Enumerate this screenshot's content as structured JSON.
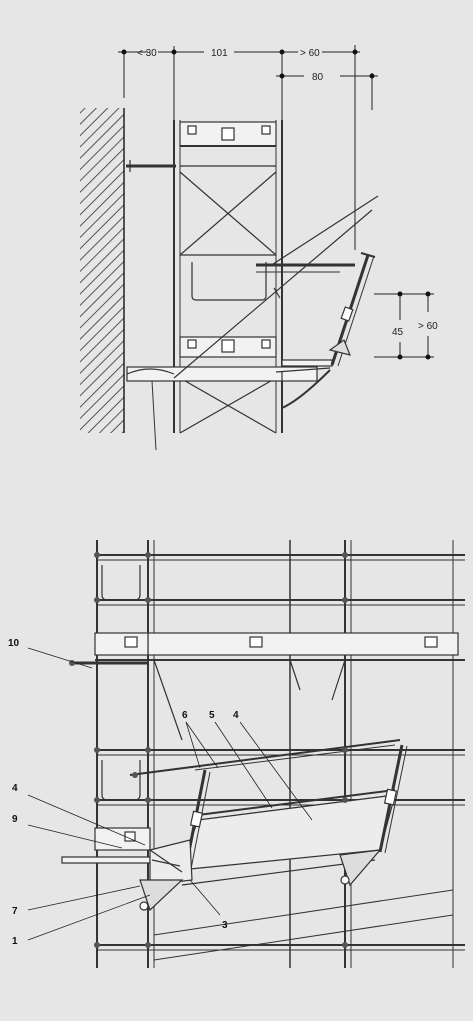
{
  "top_view": {
    "dimensions": {
      "wall_gap": "< 30",
      "frame_width": "101",
      "console_gap": "> 60",
      "console_width": "80",
      "net_height": "45",
      "net_clearance": "> 60"
    }
  },
  "bottom_view": {
    "callouts": [
      "10",
      "6",
      "5",
      "4",
      "4",
      "9",
      "7",
      "1",
      "3"
    ]
  },
  "colors": {
    "background": "#e6e6e6",
    "line": "#333333",
    "hatch": "#555555"
  }
}
